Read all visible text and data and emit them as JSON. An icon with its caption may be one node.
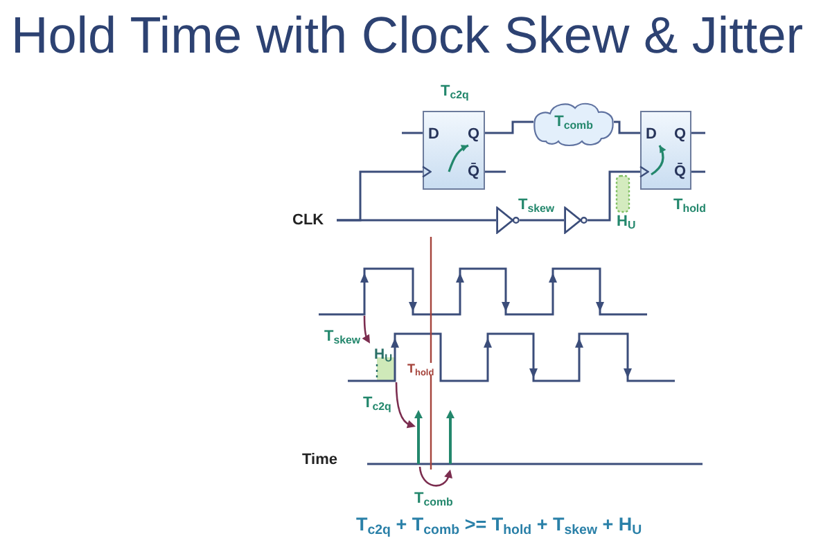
{
  "diagram": {
    "title": "Hold Time with Clock Skew & Jitter",
    "nodes": [
      {
        "text": [
          "D",
          "Q",
          "Q̄"
        ],
        "beside": [
          "T$_{c2q}$"
        ]
      },
      {
        "text": [
          "T$_{comb}$"
        ]
      },
      {
        "text": [
          "D",
          "Q",
          "Q̄"
        ],
        "beside": [
          "T$_{hold}$"
        ]
      },
      {
        "text": [
          "CLK"
        ]
      },
      {
        "text": [],
        "shape": "triangle",
        "beside": [
          "T$_{skew}$"
        ]
      },
      {
        "text": [],
        "shape": "triangle"
      }
    ],
    "edges": [
      {
        "from": 0,
        "to": 1,
        "arrow": "none"
      },
      {
        "from": 1,
        "to": 2,
        "arrow": "none"
      },
      {
        "from": 3,
        "to": 0,
        "arrow": "to"
      },
      {
        "from": 3,
        "to": 4,
        "arrow": "none"
      },
      {
        "from": 4,
        "to": 5,
        "arrow": "none"
      },
      {
        "from": 5,
        "to": 2,
        "arrow": "to"
      },
      {
        "from": null,
        "to": 0,
        "arrow": "none"
      },
      {
        "from": 0,
        "to": null,
        "arrow": "none"
      },
      {
        "from": 2,
        "to": null,
        "arrow": "none"
      },
      {
        "from": 2,
        "to": null,
        "arrow": "none"
      }
    ],
    "labels": [
      "H$_{U}$",
      "T$_{skew}$",
      "H$_{U}$",
      "T$_{hold}$",
      "T$_{c2q}$",
      "Time",
      "T$_{comb}$",
      "T$_{c2q}$ + T$_{comb}$ >= T$_{hold}$ + T$_{skew}$ + H$_{U}$"
    ]
  }
}
